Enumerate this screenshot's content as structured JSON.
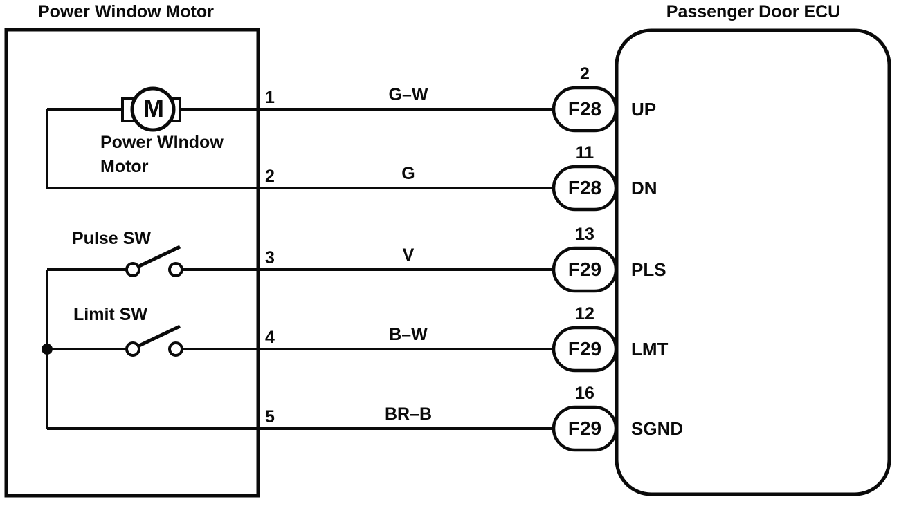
{
  "diagram": {
    "left_box": {
      "title": "Power Window Motor",
      "motor_label_line1": "Power WIndow",
      "motor_label_line2": "Motor",
      "motor_symbol_letter": "M",
      "pulse_switch_label": "Pulse SW",
      "limit_switch_label": "Limit SW"
    },
    "right_box": {
      "title": "Passenger Door ECU"
    },
    "wires": [
      {
        "number": "1",
        "color_code": "G–W",
        "pin_number": "2",
        "connector": "F28",
        "ecu_pin": "UP"
      },
      {
        "number": "2",
        "color_code": "G",
        "pin_number": "11",
        "connector": "F28",
        "ecu_pin": "DN"
      },
      {
        "number": "3",
        "color_code": "V",
        "pin_number": "13",
        "connector": "F29",
        "ecu_pin": "PLS"
      },
      {
        "number": "4",
        "color_code": "B–W",
        "pin_number": "12",
        "connector": "F29",
        "ecu_pin": "LMT"
      },
      {
        "number": "5",
        "color_code": "BR–B",
        "pin_number": "16",
        "connector": "F29",
        "ecu_pin": "SGND"
      }
    ],
    "colors": {
      "line": "#0a0a0a",
      "background": "#ffffff"
    }
  }
}
